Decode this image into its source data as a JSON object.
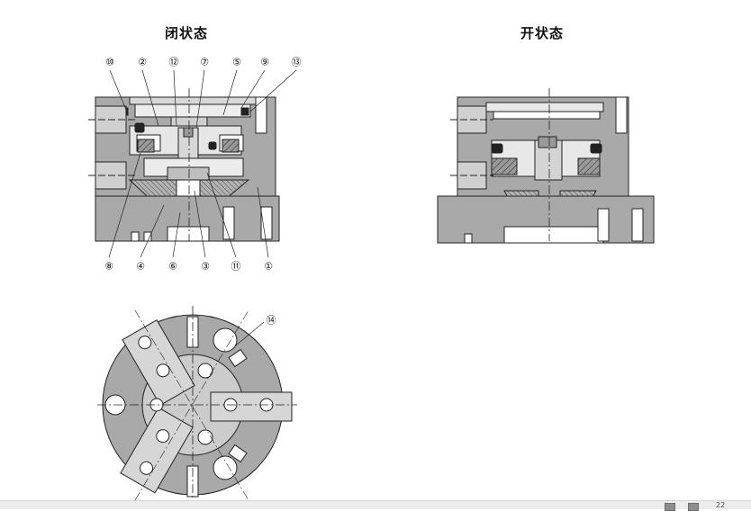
{
  "diagram": {
    "title_closed": "闭状态",
    "title_open": "开状态",
    "callouts_top": [
      "⑩",
      "②",
      "⑫",
      "⑦",
      "⑤",
      "⑨",
      "⑬"
    ],
    "callouts_bottom": [
      "⑧",
      "④",
      "⑥",
      "③",
      "⑪",
      "①"
    ],
    "callout_plan": "⑭"
  },
  "footer": {
    "page_number": "22"
  }
}
